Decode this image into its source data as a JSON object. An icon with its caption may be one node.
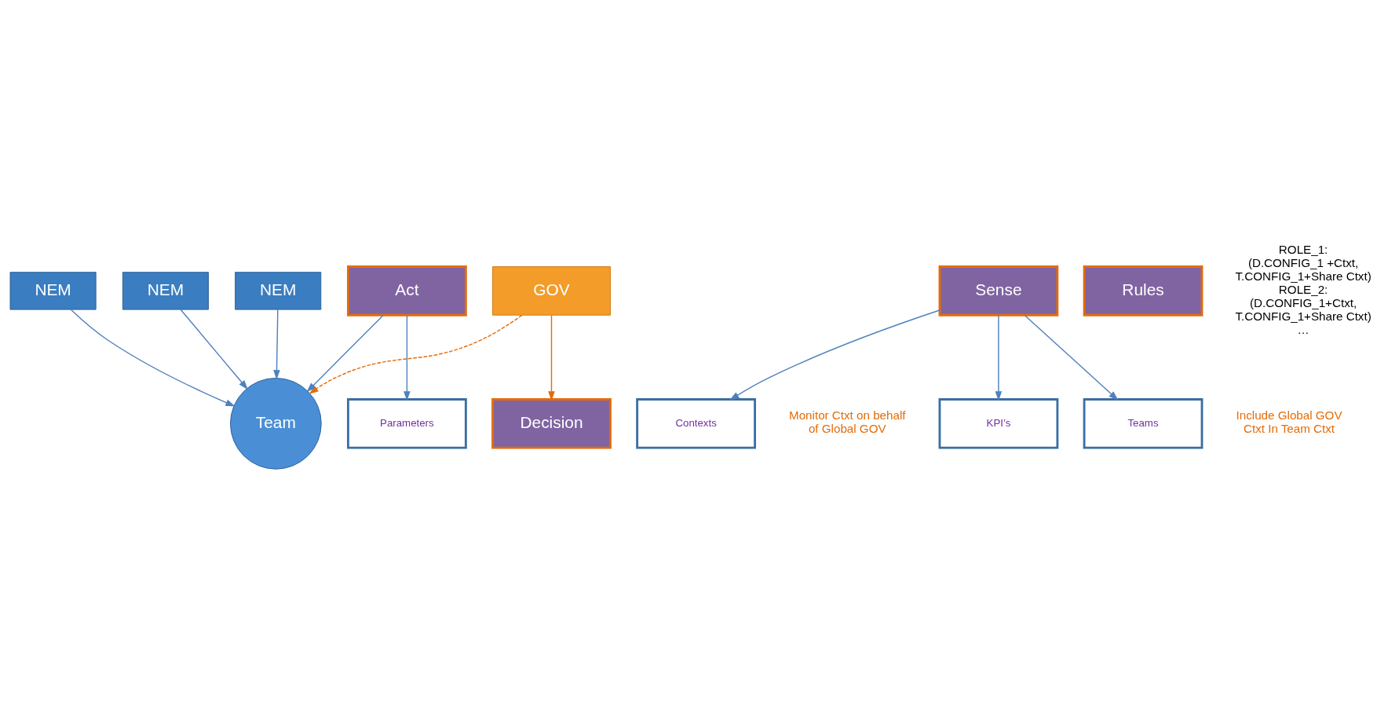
{
  "diagram": {
    "nodes": [
      {
        "text": [
          "GOV"
        ]
      },
      {
        "text": [
          "Team"
        ]
      },
      {
        "text": [
          "NEM"
        ]
      },
      {
        "text": [
          "NEM"
        ]
      },
      {
        "text": [
          "NEM"
        ]
      },
      {
        "text": [
          "Decision"
        ]
      },
      {
        "text": [
          "Sense"
        ]
      },
      {
        "text": [
          "Rules"
        ],
        "beside": [
          "ROLE_1:",
          "(D.CONFIG_1 +Ctxt,",
          "T.CONFIG_1+Share Ctxt)",
          "ROLE_2:",
          "(D.CONFIG_1+Ctxt,",
          "T.CONFIG_1+Share Ctxt)",
          "…"
        ]
      },
      {
        "text": [
          "Act"
        ]
      },
      {
        "text": [
          "Contexts"
        ],
        "beside": [
          "Monitor Ctxt on behalf of Global GOV"
        ]
      },
      {
        "text": [
          "KPI’s"
        ]
      },
      {
        "text": [
          "Teams"
        ],
        "beside": [
          "Include Global GOV Ctxt In Team Ctxt"
        ]
      },
      {
        "text": [
          "Parameters"
        ]
      }
    ],
    "edges": [
      {
        "from": 0,
        "to": 1,
        "arrow": "to",
        "style": "dashed",
        "color": "#e36c09"
      },
      {
        "from": 0,
        "to": 5,
        "arrow": "to",
        "color": "#e36c09"
      },
      {
        "from": 2,
        "to": 1,
        "arrow": "to"
      },
      {
        "from": 3,
        "to": 1,
        "arrow": "to"
      },
      {
        "from": 4,
        "to": 1,
        "arrow": "to"
      },
      {
        "from": 8,
        "to": 1,
        "arrow": "to"
      },
      {
        "from": 6,
        "to": 9,
        "arrow": "to"
      },
      {
        "from": 6,
        "to": 10,
        "arrow": "to"
      },
      {
        "from": 6,
        "to": 11,
        "arrow": "to"
      },
      {
        "from": 8,
        "to": 12,
        "arrow": "to"
      }
    ]
  }
}
